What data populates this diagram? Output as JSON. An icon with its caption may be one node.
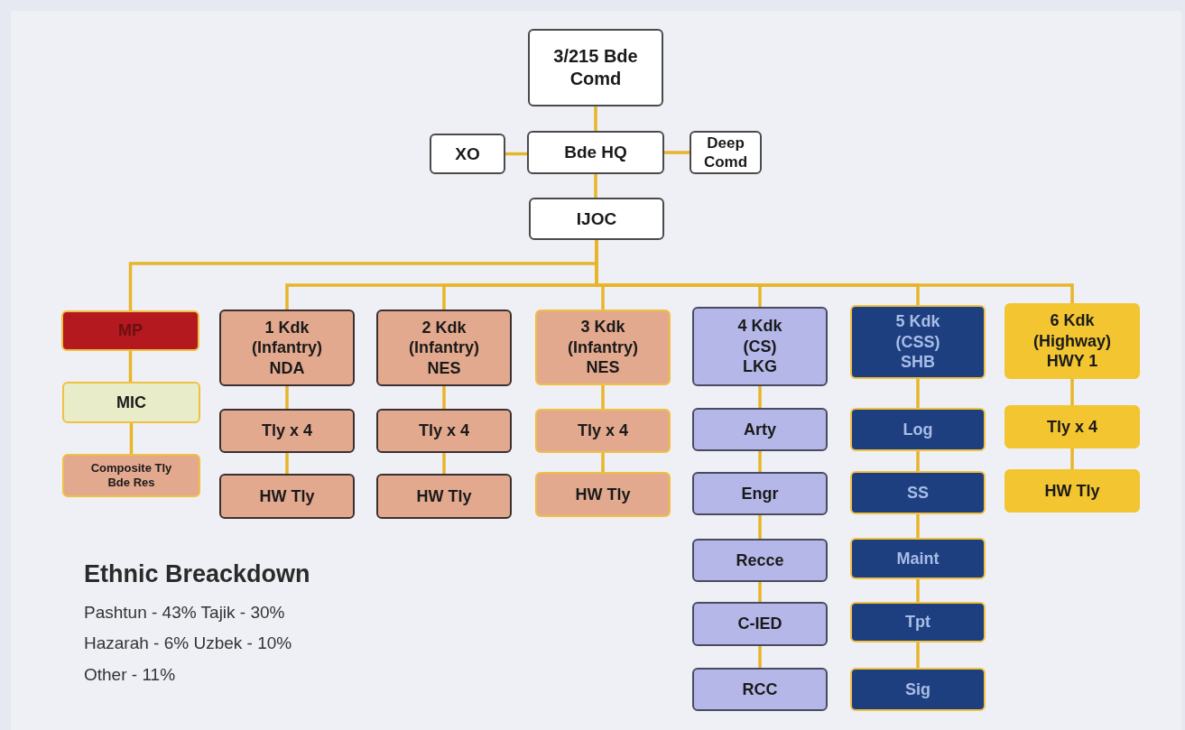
{
  "diagram": {
    "nodes": [
      {
        "text": [
          "3/215 Bde Comd"
        ]
      },
      {
        "text": [
          "XO"
        ]
      },
      {
        "text": [
          "Bde HQ"
        ]
      },
      {
        "text": [
          "Deep Comd"
        ]
      },
      {
        "text": [
          "IJOC"
        ]
      },
      {
        "text": [
          "MP"
        ]
      },
      {
        "text": [
          "MIC"
        ]
      },
      {
        "text": [
          "Composite Tly Bde Res"
        ]
      },
      {
        "text": [
          "1 Kdk (Infantry) NDA"
        ]
      },
      {
        "text": [
          "Tly x 4"
        ]
      },
      {
        "text": [
          "HW Tly"
        ]
      },
      {
        "text": [
          "2 Kdk (Infantry) NES"
        ]
      },
      {
        "text": [
          "Tly x 4"
        ]
      },
      {
        "text": [
          "HW Tly"
        ]
      },
      {
        "text": [
          "3 Kdk (Infantry) NES"
        ]
      },
      {
        "text": [
          "Tly x 4"
        ]
      },
      {
        "text": [
          "HW Tly"
        ]
      },
      {
        "text": [
          "4 Kdk (CS) LKG"
        ]
      },
      {
        "text": [
          "Arty"
        ]
      },
      {
        "text": [
          "Engr"
        ]
      },
      {
        "text": [
          "Recce"
        ]
      },
      {
        "text": [
          "C-IED"
        ]
      },
      {
        "text": [
          "RCC"
        ]
      },
      {
        "text": [
          "5 Kdk (CSS) SHB"
        ]
      },
      {
        "text": [
          "Log"
        ]
      },
      {
        "text": [
          "SS"
        ]
      },
      {
        "text": [
          "Maint"
        ]
      },
      {
        "text": [
          "Tpt"
        ]
      },
      {
        "text": [
          "Sig"
        ]
      },
      {
        "text": [
          "6 Kdk (Highway) HWY 1"
        ]
      },
      {
        "text": [
          "Tly x 4"
        ]
      },
      {
        "text": [
          "HW Tly"
        ]
      }
    ],
    "edges": [
      {
        "from": 0,
        "to": 2,
        "arrow": "none"
      },
      {
        "from": 2,
        "to": 1,
        "arrow": "none"
      },
      {
        "from": 2,
        "to": 3,
        "arrow": "none"
      },
      {
        "from": 2,
        "to": 4,
        "arrow": "none"
      },
      {
        "from": 4,
        "to": 5,
        "arrow": "none"
      },
      {
        "from": 4,
        "to": 8,
        "arrow": "none"
      },
      {
        "from": 4,
        "to": 11,
        "arrow": "none"
      },
      {
        "from": 4,
        "to": 14,
        "arrow": "none"
      },
      {
        "from": 4,
        "to": 17,
        "arrow": "none"
      },
      {
        "from": 4,
        "to": 23,
        "arrow": "none"
      },
      {
        "from": 4,
        "to": 29,
        "arrow": "none"
      },
      {
        "from": 5,
        "to": 6,
        "arrow": "none"
      },
      {
        "from": 6,
        "to": 7,
        "arrow": "none"
      },
      {
        "from": 8,
        "to": 9,
        "arrow": "none"
      },
      {
        "from": 9,
        "to": 10,
        "arrow": "none"
      },
      {
        "from": 11,
        "to": 12,
        "arrow": "none"
      },
      {
        "from": 12,
        "to": 13,
        "arrow": "none"
      },
      {
        "from": 14,
        "to": 15,
        "arrow": "none"
      },
      {
        "from": 15,
        "to": 16,
        "arrow": "none"
      },
      {
        "from": 17,
        "to": 18,
        "arrow": "none"
      },
      {
        "from": 18,
        "to": 19,
        "arrow": "none"
      },
      {
        "from": 19,
        "to": 20,
        "arrow": "none"
      },
      {
        "from": 20,
        "to": 21,
        "arrow": "none"
      },
      {
        "from": 21,
        "to": 22,
        "arrow": "none"
      },
      {
        "from": 23,
        "to": 24,
        "arrow": "none"
      },
      {
        "from": 24,
        "to": 25,
        "arrow": "none"
      },
      {
        "from": 25,
        "to": 26,
        "arrow": "none"
      },
      {
        "from": 26,
        "to": 27,
        "arrow": "none"
      },
      {
        "from": 27,
        "to": 28,
        "arrow": "none"
      },
      {
        "from": 29,
        "to": 30,
        "arrow": "none"
      },
      {
        "from": 30,
        "to": 31,
        "arrow": "none"
      }
    ],
    "labels": [
      "Ethnic Breackdown",
      "Pashtun - 43% Tajik - 30%",
      "Hazarah - 6% Uzbek - 10%",
      "Other - 11%"
    ]
  }
}
